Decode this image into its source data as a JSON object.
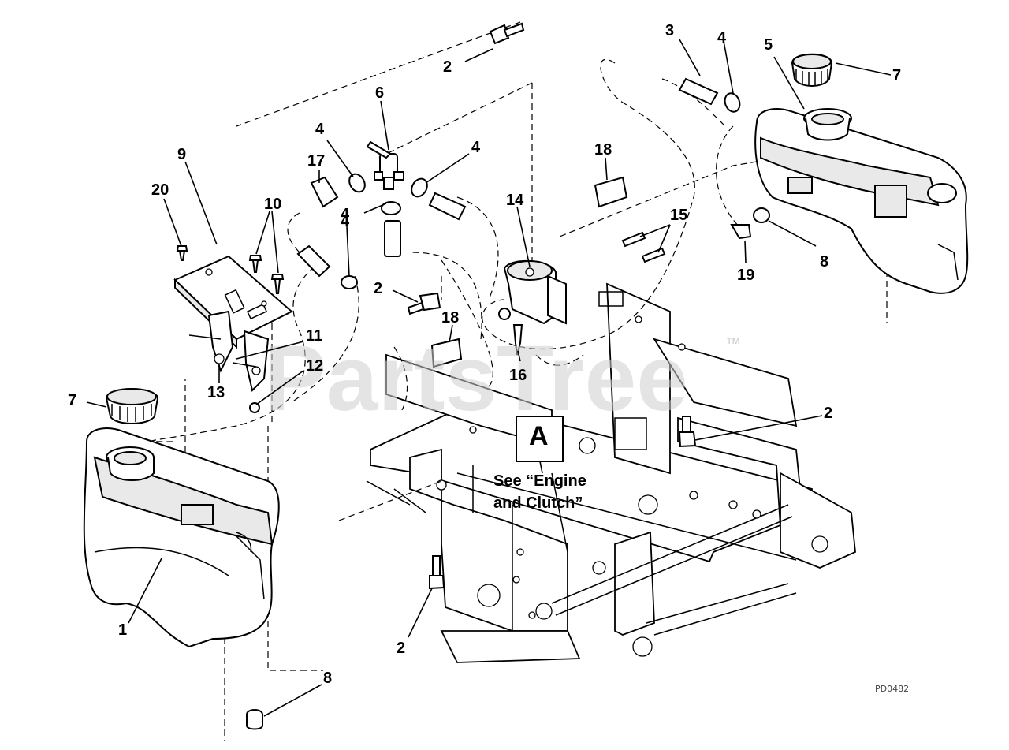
{
  "diagram": {
    "watermark": "PartsTree",
    "trademark": "™",
    "reference_box": "A",
    "reference_note_line1": "See “Engine",
    "reference_note_line2": "and Clutch”",
    "drawing_code": "PD0482"
  },
  "callouts": [
    {
      "id": "c-2a",
      "text": "2"
    },
    {
      "id": "c-3",
      "text": "3"
    },
    {
      "id": "c-4a",
      "text": "4"
    },
    {
      "id": "c-5",
      "text": "5"
    },
    {
      "id": "c-7a",
      "text": "7"
    },
    {
      "id": "c-6",
      "text": "6"
    },
    {
      "id": "c-9",
      "text": "9"
    },
    {
      "id": "c-4b",
      "text": "4"
    },
    {
      "id": "c-4c",
      "text": "4"
    },
    {
      "id": "c-18a",
      "text": "18"
    },
    {
      "id": "c-17",
      "text": "17"
    },
    {
      "id": "c-20",
      "text": "20"
    },
    {
      "id": "c-10",
      "text": "10"
    },
    {
      "id": "c-4d",
      "text": "4"
    },
    {
      "id": "c-14",
      "text": "14"
    },
    {
      "id": "c-15",
      "text": "15"
    },
    {
      "id": "c-8a",
      "text": "8"
    },
    {
      "id": "c-19",
      "text": "19"
    },
    {
      "id": "c-4e",
      "text": "4"
    },
    {
      "id": "c-2b",
      "text": "2"
    },
    {
      "id": "c-18b",
      "text": "18"
    },
    {
      "id": "c-11",
      "text": "11"
    },
    {
      "id": "c-12",
      "text": "12"
    },
    {
      "id": "c-13",
      "text": "13"
    },
    {
      "id": "c-16",
      "text": "16"
    },
    {
      "id": "c-7b",
      "text": "7"
    },
    {
      "id": "c-2c",
      "text": "2"
    },
    {
      "id": "c-1",
      "text": "1"
    },
    {
      "id": "c-2d",
      "text": "2"
    },
    {
      "id": "c-8b",
      "text": "8"
    }
  ]
}
